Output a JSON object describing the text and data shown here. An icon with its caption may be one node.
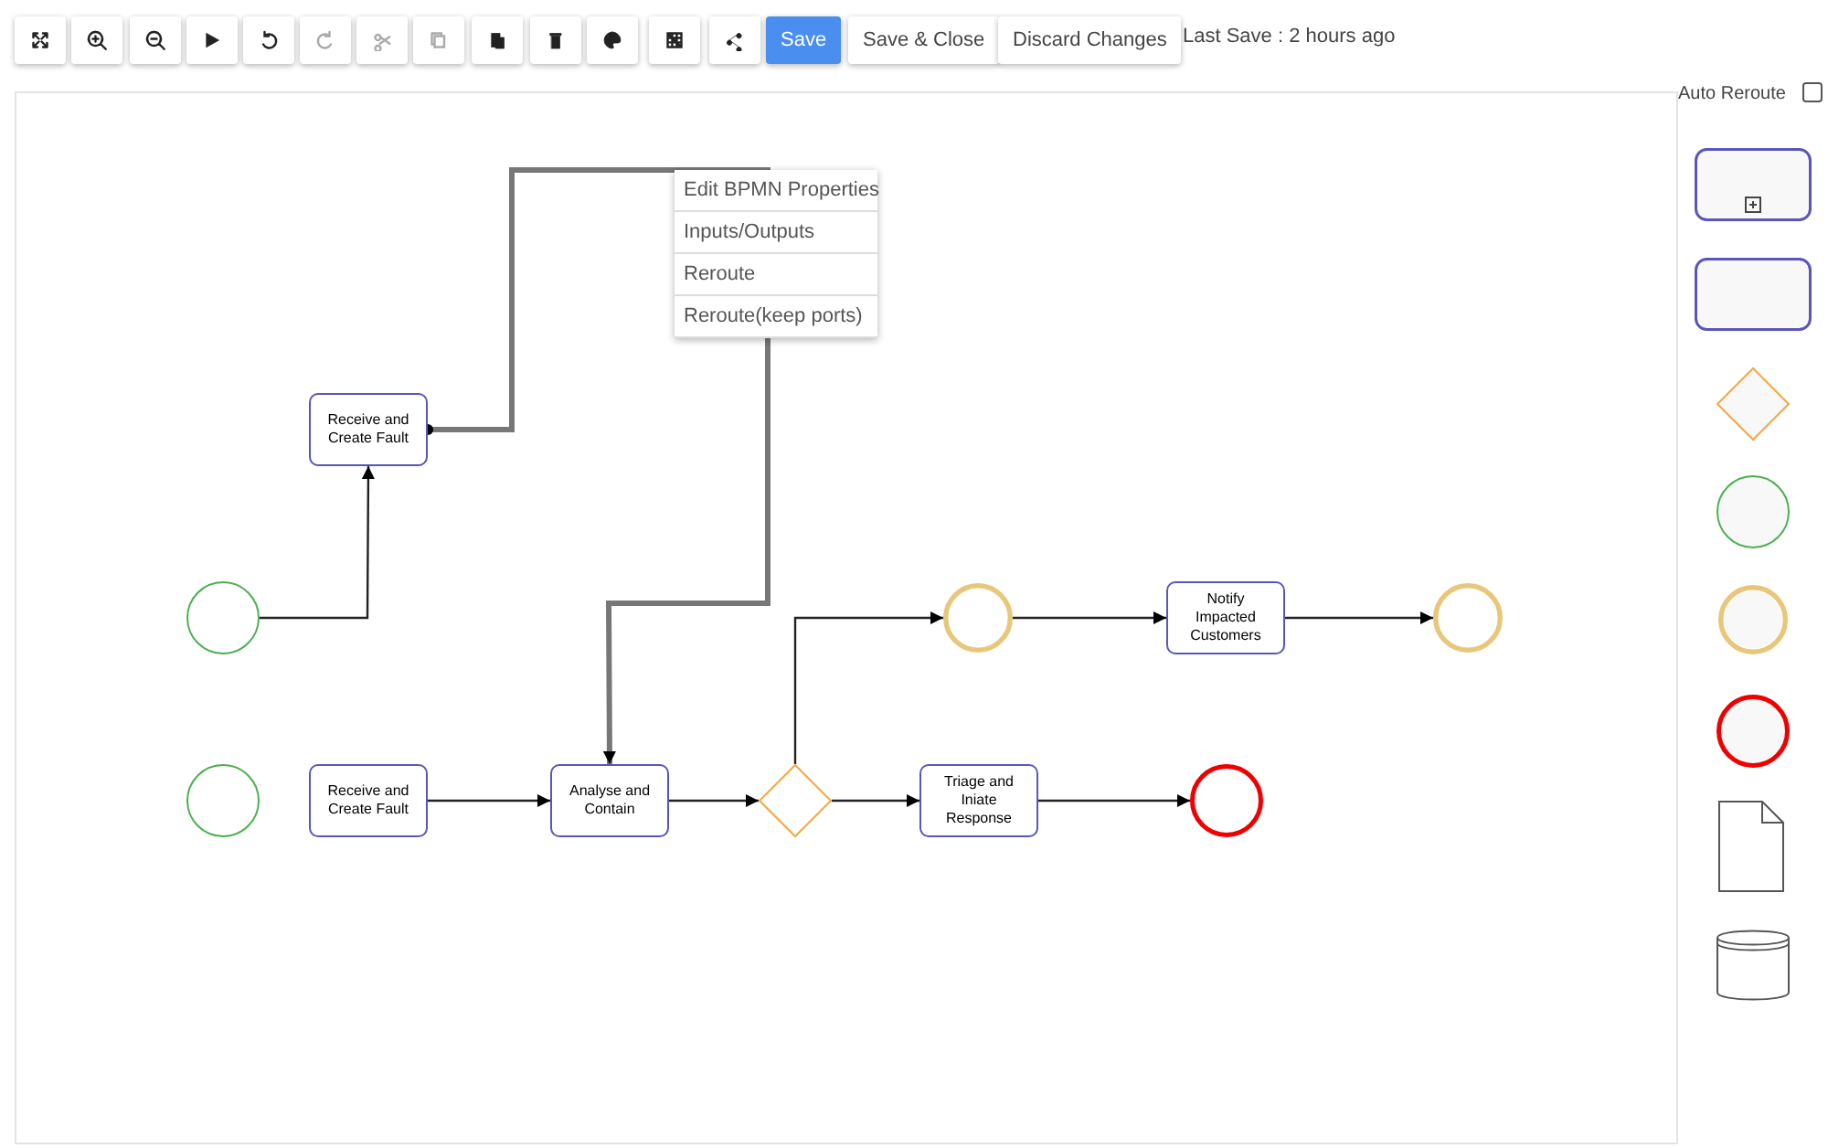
{
  "diagram": {
    "nodes": [
      {
        "text": [
          "Receive and Create Fault"
        ]
      },
      {
        "text": [],
        "shape": "circle"
      },
      {
        "text": [],
        "shape": "circle"
      },
      {
        "text": [
          "Notify Impacted Customers"
        ]
      },
      {
        "text": [],
        "shape": "circle"
      },
      {
        "text": [],
        "shape": "circle"
      },
      {
        "text": [
          "Receive and Create Fault"
        ]
      },
      {
        "text": [
          "Analyse and Contain"
        ]
      },
      {
        "text": [],
        "shape": "diamond"
      },
      {
        "text": [
          "Triage and Iniate Response"
        ]
      },
      {
        "text": [],
        "shape": "circle"
      },
      {
        "text": [],
        "shape": "box"
      },
      {
        "text": [],
        "shape": "box"
      },
      {
        "text": [],
        "shape": "diamond"
      },
      {
        "text": [],
        "shape": "circle"
      },
      {
        "text": [],
        "shape": "circle"
      },
      {
        "text": [],
        "shape": "circle"
      },
      {
        "text": [],
        "shape": "document"
      },
      {
        "text": [],
        "shape": "cylinder"
      }
    ],
    "edges": [
      {
        "from": 1,
        "to": 0,
        "arrow": "to"
      },
      {
        "from": 0,
        "to": 7,
        "arrow": "to",
        "style": "thick"
      },
      {
        "from": 2,
        "to": 3,
        "arrow": "to"
      },
      {
        "from": 3,
        "to": 4,
        "arrow": "to"
      },
      {
        "from": 6,
        "to": 7,
        "arrow": "to"
      },
      {
        "from": 7,
        "to": 8,
        "arrow": "to"
      },
      {
        "from": 8,
        "to": 2,
        "arrow": "to"
      },
      {
        "from": 8,
        "to": 9,
        "arrow": "to"
      },
      {
        "from": 9,
        "to": 10,
        "arrow": "to"
      }
    ],
    "labels": [
      "Save",
      "Save & Close",
      "Discard Changes",
      "Last Save : 2 hours ago",
      "Auto Reroute",
      "Edit BPMN Properties",
      "Inputs/Outputs",
      "Reroute",
      "Reroute(keep ports)"
    ]
  }
}
